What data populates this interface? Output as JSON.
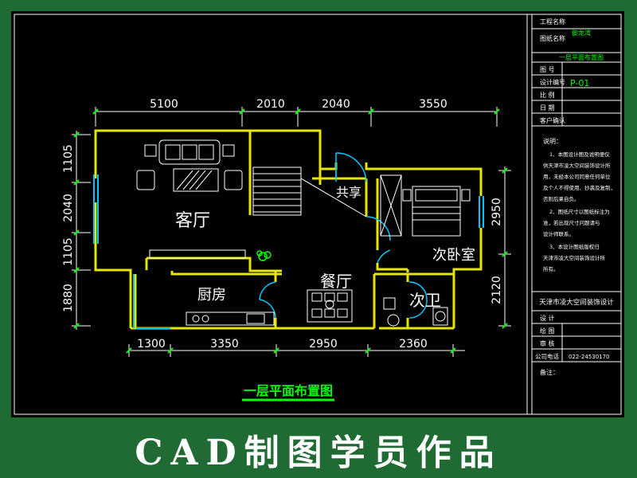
{
  "colors": {
    "wall": "#e6e600",
    "dim": "#ffffff",
    "green": "#00ff00",
    "cyan": "#00c8ff",
    "blue": "#3a7bd5",
    "frame": "#1f6b33"
  },
  "dims_top": [
    "5100",
    "2010",
    "2040",
    "3550"
  ],
  "dims_bottom": [
    "1300",
    "3350",
    "2950",
    "2360"
  ],
  "dims_left": [
    "1105",
    "2040",
    "1105",
    "1880"
  ],
  "dims_right": [
    "2950",
    "2120"
  ],
  "rooms": {
    "living": "客厅",
    "shared": "共享",
    "bedroom": "次卧室",
    "dining": "餐厅",
    "kitchen": "厨房",
    "bath": "次卫"
  },
  "plan_title": "一层平面布置图",
  "title_block": {
    "project_label": "工程名称",
    "project_value": "御龙湾",
    "drawing_label": "图纸名称",
    "drawing_value": "一层平面布置图",
    "num_label": "图  号",
    "design_num_label": "设计编号",
    "design_num_value": "P-01",
    "scale_label": "比  例",
    "date_label": "日  期",
    "client_label": "客户确认",
    "notes_title": "说明：",
    "notes": [
      "1、本图设计图及说明便仅",
      "供天津市凌大空间装饰设计所",
      "用，未经本公司同意任何单位",
      "及个人不得使用、抄袭及复制，",
      "否则后果自负。",
      "2、图纸尺寸以图纸标注为",
      "准，若出现尺寸问题请与",
      "设计师联系。",
      "3、本设计图纸版权归",
      "天津市凌大空间装饰设计所",
      "所有。"
    ],
    "company": "天津市凌大空间装饰设计",
    "designer_label": "设  计",
    "drafter_label": "绘  图",
    "reviewer_label": "审  核",
    "phone_label": "公司电话",
    "phone_value": "022-24530170",
    "remark_label": "备注："
  },
  "banner": "CAD制图学员作品"
}
